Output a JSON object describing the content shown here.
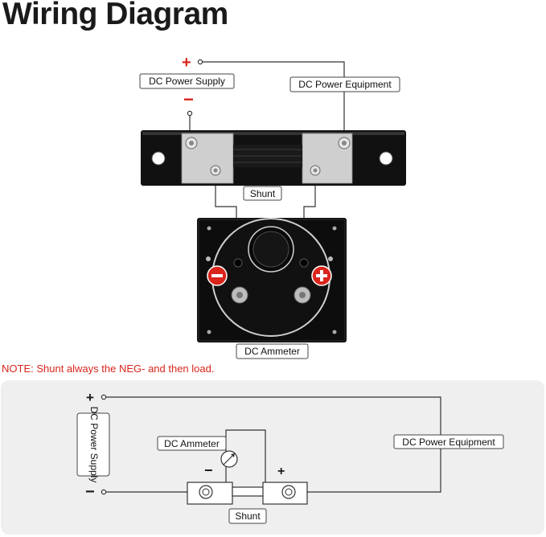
{
  "title": "Wiring Diagram",
  "top": {
    "plus_sign": "+",
    "minus_sign": "−",
    "dc_power_supply": "DC Power Supply",
    "dc_power_equipment": "DC Power Equipment",
    "shunt": "Shunt",
    "dc_ammeter": "DC Ammeter"
  },
  "note": "NOTE: Shunt always the NEG- and then load.",
  "schematic": {
    "plus_sign": "+",
    "minus_sign": "−",
    "dc_power_supply": "DC Power Supply",
    "dc_ammeter": "DC Ammeter",
    "dc_power_equipment": "DC Power Equipment",
    "shunt": "Shunt",
    "meter_minus": "−",
    "meter_plus": "+"
  },
  "colors": {
    "accent_red": "#d9251c",
    "wire": "#333333",
    "device_black": "#0d0d0d",
    "panel": "#efefef"
  }
}
